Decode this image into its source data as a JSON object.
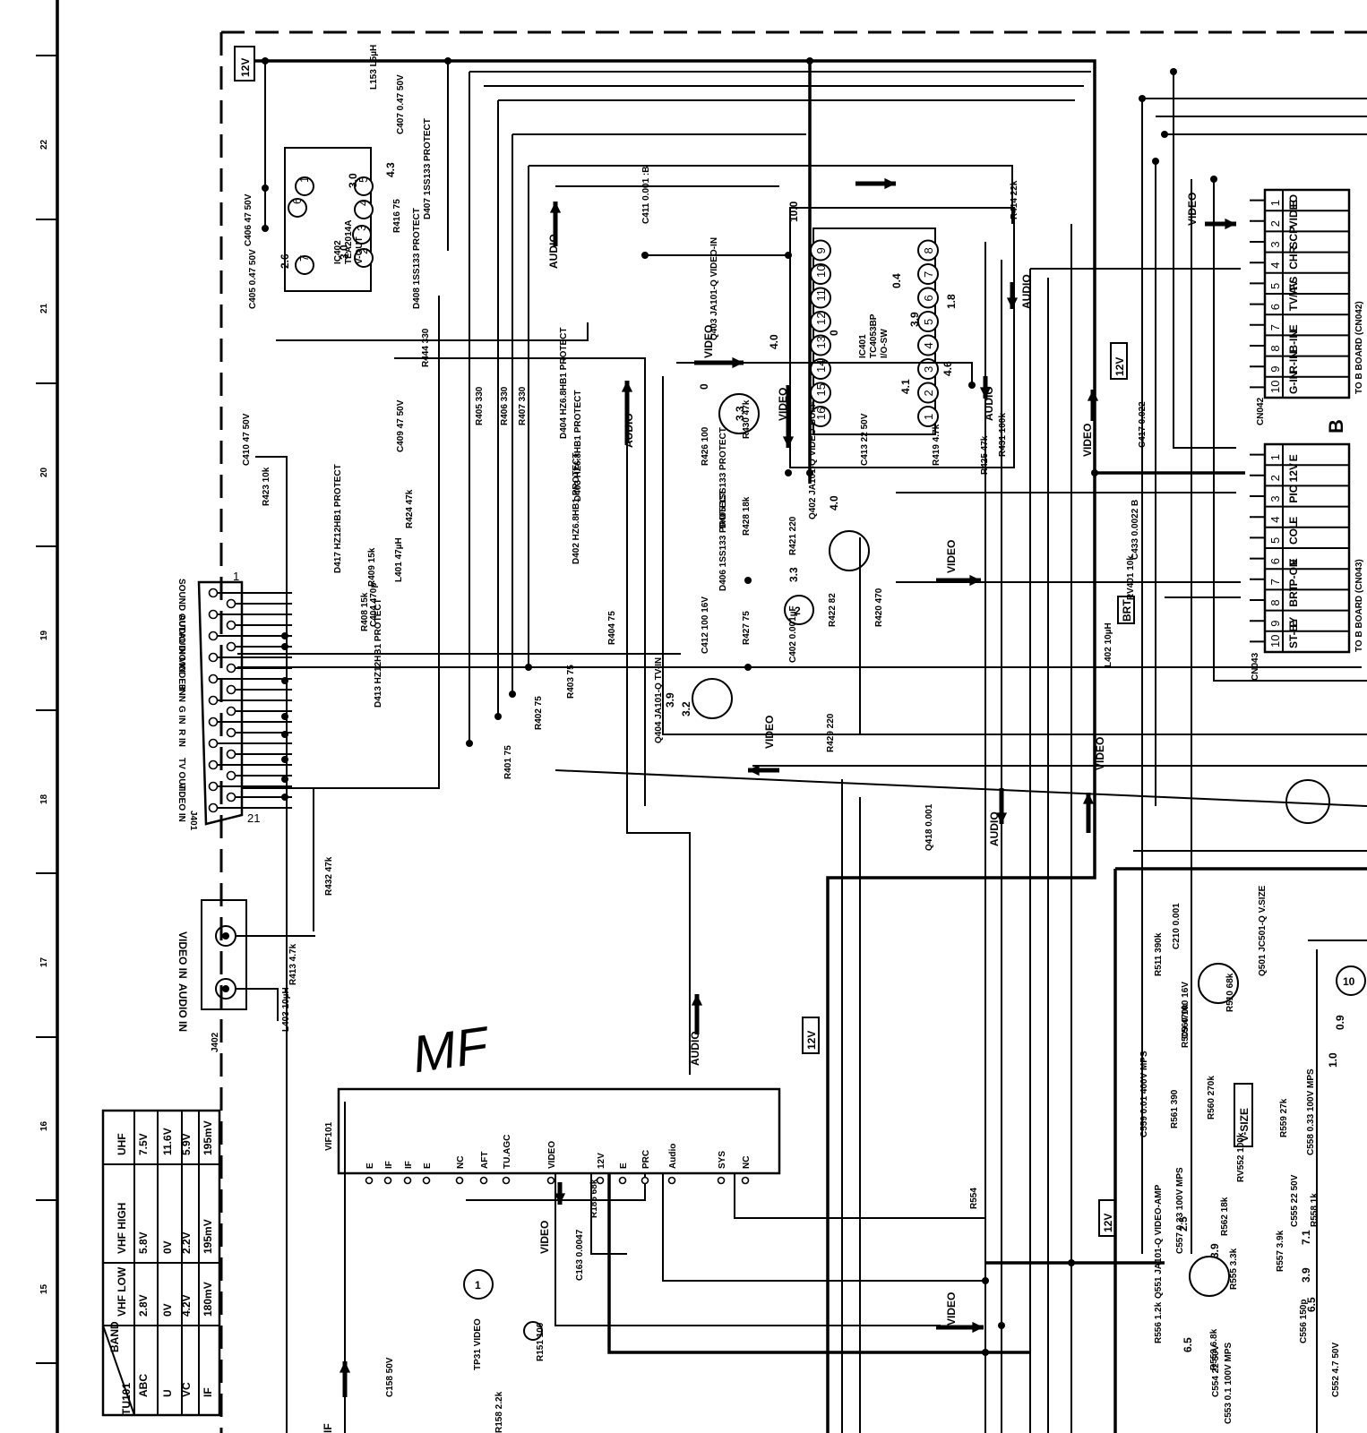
{
  "ruler": [
    "22",
    "21",
    "20",
    "19",
    "18",
    "17",
    "16",
    "15"
  ],
  "supply": {
    "v12": "12V"
  },
  "ic402": {
    "ref": "IC402",
    "part": "TEA2014A",
    "func": "V-OUT",
    "pins": [
      "1",
      "2",
      "3",
      "4",
      "5",
      "6",
      "7"
    ]
  },
  "ic401": {
    "ref": "IC401",
    "part": "TC4053BP",
    "func": "I/O-SW",
    "pins_top": [
      "16",
      "15",
      "14",
      "13",
      "12",
      "11",
      "10",
      "9"
    ],
    "pins_bot": [
      "1",
      "2",
      "3",
      "4",
      "5",
      "6",
      "7",
      "8"
    ]
  },
  "components": [
    "C407 0.47 50V",
    "C406 47 50V",
    "C405 0.47 50V",
    "R416 75",
    "D407 1SS133 PROTECT",
    "D408 1SS133 PROTECT",
    "C411 0.001 :B",
    "R414 22k",
    "C410 47 50V",
    "R423 10k",
    "C409 47 50V",
    "R424 47k",
    "R405 330",
    "R406 330",
    "R407 330",
    "R444 330",
    "D404 HZ6.8HB1 PROTECT",
    "D403 HZ6.8HB1 PROTECT",
    "D402 HZ6.8HB1 PROTECT",
    "D417 HZ12HB1 PROTECT",
    "R409 15k",
    "L401 47µH",
    "R408 15k",
    "C404 470p",
    "R404 75",
    "R403 75",
    "R402 75",
    "R401 75",
    "D413 HZ12HB1 PROTECT",
    "Q403 JA101-Q VIDEO-IN",
    "R426 100",
    "R430 47k",
    "D405 1SS133 PROTECT",
    "R428 18k",
    "D406 1SS133 PROTECT",
    "R427 75",
    "C412 100 16V",
    "C402 0.001µF",
    "R421 220",
    "Q402 JA101-Q VIDEO-BUFF",
    "R422 82",
    "R420 470",
    "C413 22 50V",
    "R419 4.7k",
    "R425 47k",
    "R431 100k",
    "C417 0.022",
    "C433 0.0022 B",
    "RV401 10k",
    "L402 10µH",
    "Q404 JA101-Q TV-IN",
    "R429 220",
    "Q418 0.001",
    "R432 47k",
    "R413 4.7k",
    "L403 10µH",
    "C210 0.001",
    "R511 390k",
    "C560 100 16V",
    "Q501 JC501-Q V.SIZE",
    "R510 68k",
    "R509 470k",
    "C559 0.01 400V MPS",
    "R561 390",
    "R560 270k",
    "RV552 100k",
    "R559 27k",
    "C558 0.33 100V MPS",
    "C557 0.33 100V MPS",
    "R562 18k",
    "Q551 JA101-Q VIDEO-AMP",
    "R556 1.2k",
    "R555 3.3k",
    "R557 3.9k",
    "C555 22 50V",
    "R558 1k",
    "C556 150p",
    "R553 6.8k",
    "C554 22 50V",
    "C553 0.1 100V MPS",
    "C552 4.7 50V",
    "R554",
    "R185 68k",
    "C163 0.0047",
    "R151 100",
    "TP31 VIDEO",
    "R158 2.2k",
    "C158 50V",
    "L153 L5µH"
  ],
  "voltages": [
    "3.0",
    "4.3",
    "3.0",
    "2.6",
    "10.0",
    "0.4",
    "3.9",
    "0",
    "4.0",
    "1.8",
    "4.1",
    "4.6",
    "3.3",
    "3.3",
    "4.0",
    "0",
    "3.9",
    "3.2",
    "2.5",
    "3.9",
    "6.5",
    "3.9",
    "7.1",
    "6.5",
    "1.0",
    "0.9"
  ],
  "signals": {
    "audio": "AUDIO",
    "video": "VIDEO",
    "video_in": "VIDEO IN",
    "audio_in": "AUDIO IN",
    "if": "IF",
    "vsize": "V-SIZE",
    "brt": "BRT"
  },
  "scart": {
    "ref": "J401",
    "labels": [
      "SOUND OUT",
      "AUDIO IN",
      "AUDIO IN",
      "MODE IN",
      "B IN",
      "G IN",
      "R IN",
      "TV OUT",
      "VIDEO IN"
    ],
    "pin_first": "1",
    "pin_last": "21"
  },
  "jack": {
    "ref": "J402",
    "video": "VIDEO IN",
    "audio": "AUDIO IN"
  },
  "note": "MF",
  "cn042": {
    "ref": "CN042",
    "pins": [
      "1",
      "2",
      "3",
      "4",
      "5",
      "6",
      "7",
      "8",
      "9",
      "10"
    ],
    "sigs": [
      "E",
      "VIDEO",
      "SCP",
      "CHR",
      "FS",
      "TV/AV",
      "E",
      "B-IN",
      "R-IN",
      "G-IN"
    ],
    "dest": "TO B BOARD (CN042)"
  },
  "cn043": {
    "ref": "CN043",
    "pins": [
      "1",
      "2",
      "3",
      "4",
      "5",
      "6",
      "7",
      "8",
      "9",
      "10"
    ],
    "sigs": [
      "E",
      "12V",
      "PIC",
      "E",
      "COL",
      "E",
      "P-ON",
      "BRT",
      "E",
      "ST-BY"
    ],
    "dest": "TO B BOARD (CN043)"
  },
  "board": "B",
  "vif": {
    "ref": "VIF101",
    "pins": [
      "E",
      "IF",
      "IF",
      "E",
      "NC",
      "AFT",
      "TU.AGC",
      "VIDEO",
      "12V",
      "E",
      "PRC",
      "Audio",
      "SYS",
      "NC"
    ]
  },
  "band_table": {
    "title": "BAND",
    "tuner": "TU101",
    "cols": [
      "ABC",
      "U",
      "VC",
      "IF"
    ],
    "rows": [
      {
        "band": "VHF LOW",
        "vals": [
          "2.8V",
          "0V",
          "4.2V",
          "180mV"
        ]
      },
      {
        "band": "VHF HIGH",
        "vals": [
          "5.8V",
          "0V",
          "2.2V",
          "195mV"
        ]
      },
      {
        "band": "UHF",
        "vals": [
          "7.5V",
          "11.6V",
          "5.9V",
          "195mV"
        ]
      }
    ]
  },
  "circle_marks": [
    "1",
    "2",
    "10"
  ]
}
